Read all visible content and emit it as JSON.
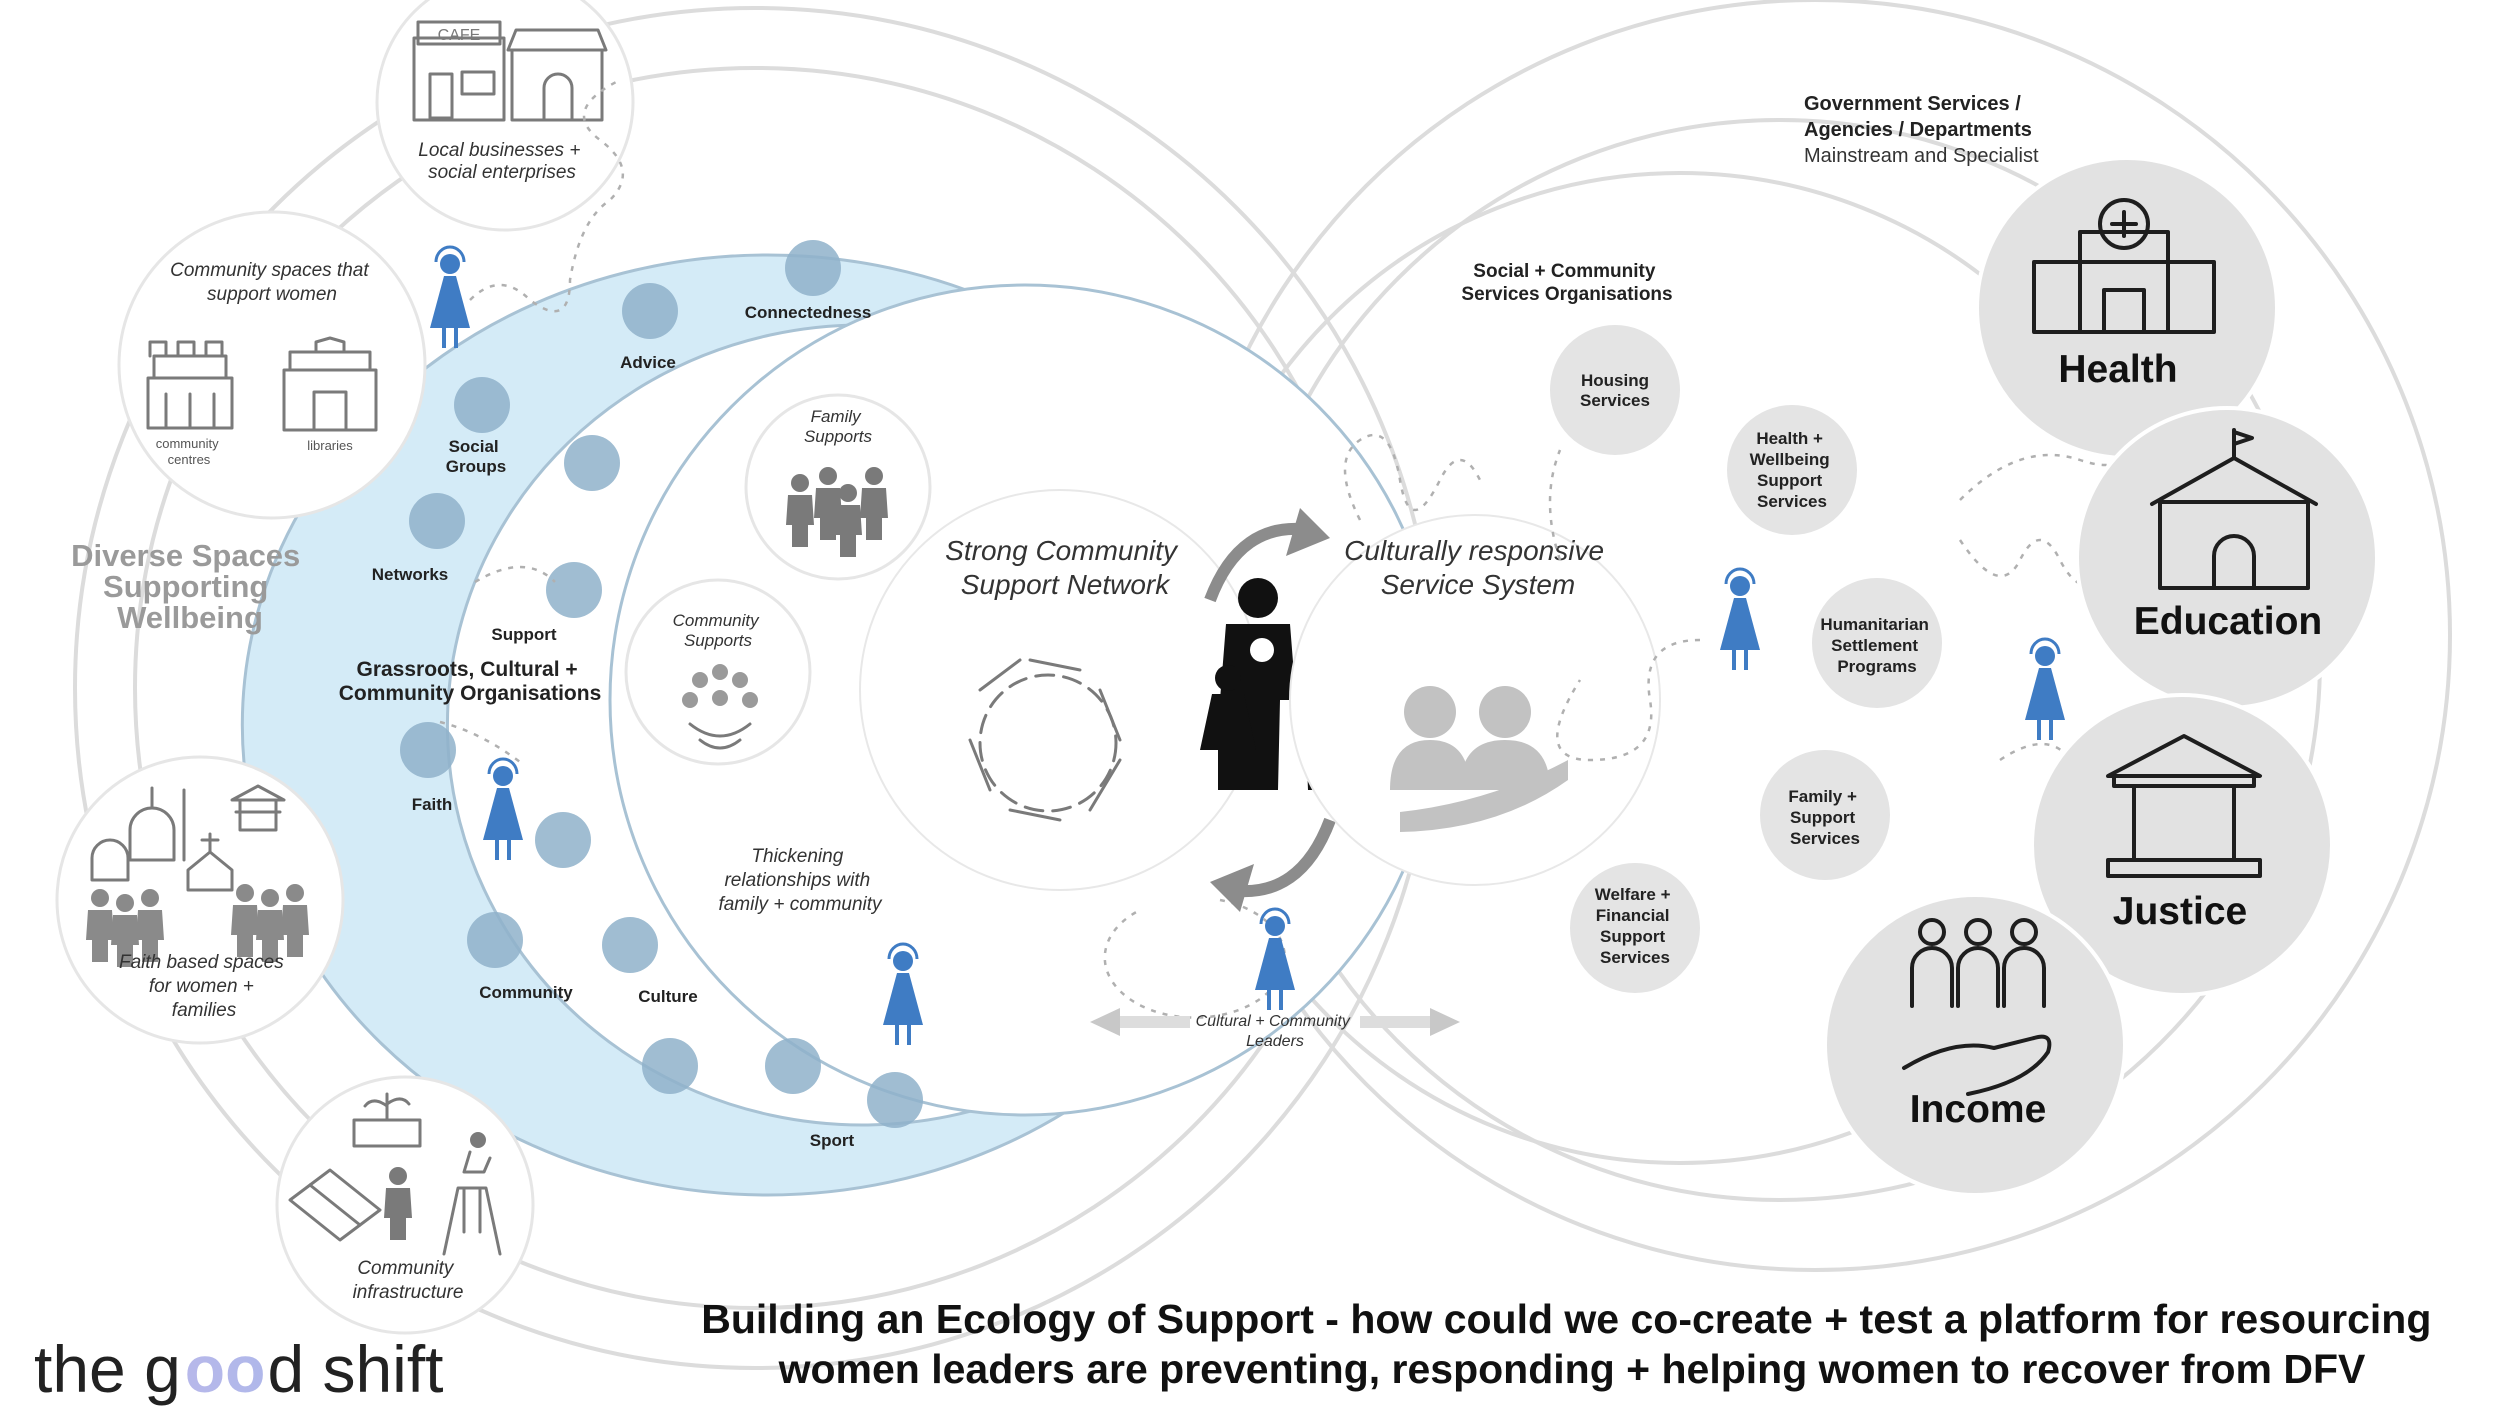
{
  "footer": {
    "line1": "Building an Ecology of Support - how could we co-create + test a platform for resourcing",
    "line2": "women leaders are preventing, responding + helping women to recover from DFV"
  },
  "logo": {
    "part1": "the g",
    "part2": "d shift"
  },
  "left": {
    "title_lines": [
      "Diverse Spaces",
      "Supporting",
      "Wellbeing"
    ],
    "local_business_lines": [
      "Local businesses +",
      "social enterprises"
    ],
    "cafe_sign": "CAFE",
    "community_spaces_lines": [
      "Community spaces that",
      "support women"
    ],
    "community_centres_lines": [
      "community",
      "centres"
    ],
    "libraries": "libraries",
    "faith_spaces_lines": [
      "Faith based spaces",
      "for women +",
      "families"
    ],
    "infrastructure_lines": [
      "Community",
      "infrastructure"
    ]
  },
  "ring": {
    "grassroots_lines": [
      "Grassroots, Cultural +",
      "Community Organisations"
    ],
    "labels": {
      "connectedness": "Connectedness",
      "advice": "Advice",
      "social_groups_lines": [
        "Social",
        "Groups"
      ],
      "networks": "Networks",
      "support": "Support",
      "faith": "Faith",
      "community": "Community",
      "culture": "Culture",
      "sport": "Sport"
    }
  },
  "inner": {
    "family_supports_lines": [
      "Family",
      "Supports"
    ],
    "community_supports_lines": [
      "Community",
      "Supports"
    ],
    "strong_network_lines": [
      "Strong Community",
      "Support Network"
    ],
    "thickening_lines": [
      "Thickening",
      "relationships with",
      "family + community"
    ]
  },
  "center": {
    "leaders_lines": [
      "Cultural + Community",
      "Leaders"
    ]
  },
  "right": {
    "culturally_lines": [
      "Culturally responsive",
      "Service System"
    ],
    "social_orgs_lines": [
      "Social + Community",
      "Services Organisations"
    ],
    "government_lines": [
      "Government Services /",
      "Agencies / Departments"
    ],
    "government_sub": "Mainstream and Specialist",
    "services": {
      "housing_lines": [
        "Housing",
        "Services"
      ],
      "health_wellbeing_lines": [
        "Health +",
        "Wellbeing",
        "Support",
        "Services"
      ],
      "humanitarian_lines": [
        "Humanitarian",
        "Settlement",
        "Programs"
      ],
      "family_support_lines": [
        "Family +",
        "Support",
        "Services"
      ],
      "welfare_lines": [
        "Welfare +",
        "Financial",
        "Support",
        "Services"
      ]
    },
    "government_services": {
      "health": "Health",
      "education": "Education",
      "justice": "Justice",
      "income": "Income"
    }
  },
  "colors": {
    "ring_fill": "#d4ebf7",
    "ring_stroke": "#a8c2d4",
    "dot": "#8fb2ca",
    "woman_blue": "#3f7cc4",
    "bubble_grey": "#e3e3e3",
    "logo_blob": "#a9b8ea"
  }
}
